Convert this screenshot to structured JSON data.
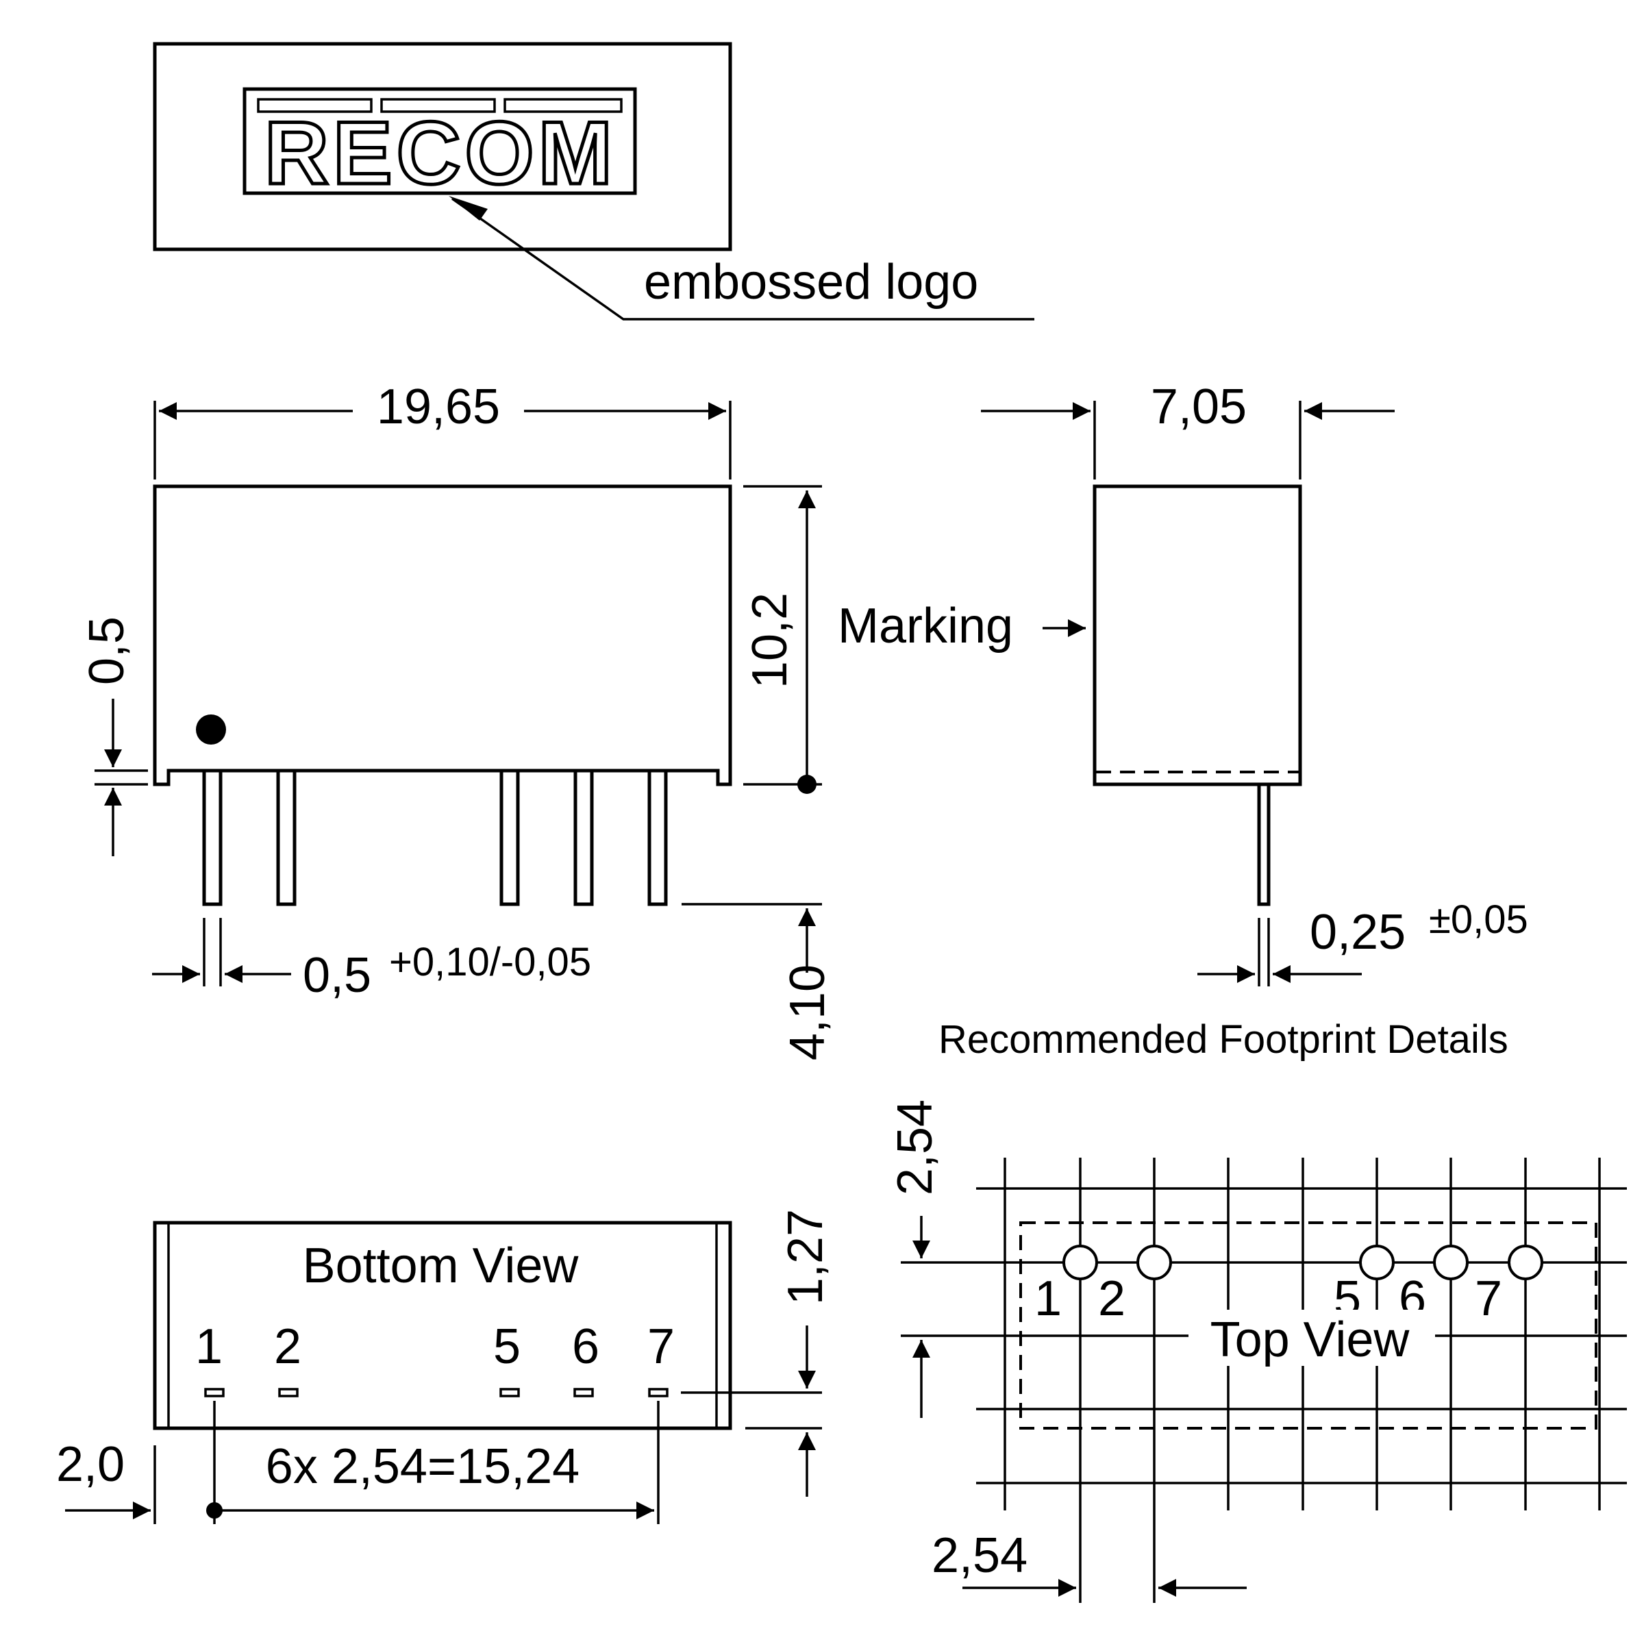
{
  "logo": {
    "brand": "RECOM",
    "callout": "embossed logo"
  },
  "dimensions": {
    "length": "19,65",
    "width": "7,05",
    "height": "10,2",
    "standoff": "0,5",
    "pin_length": "4,10",
    "pin_width": "0,5",
    "pin_width_tol": "+0,10/-0,05",
    "pin_thickness": "0,25",
    "pin_thickness_tol": "±0,05",
    "edge_to_pin1": "2,0",
    "pin_pitch_total": "6x 2,54=15,24",
    "pin_offset_bottom": "1,27",
    "grid_pitch_x": "2,54",
    "grid_pitch_y": "2,54"
  },
  "labels": {
    "marking": "Marking",
    "bottom_view": "Bottom View",
    "top_view": "Top View",
    "footprint_title": "Recommended Footprint Details"
  },
  "bottom_pins": [
    "1",
    "2",
    "5",
    "6",
    "7"
  ],
  "top_pins": [
    "1",
    "2",
    "5",
    "6",
    "7"
  ]
}
